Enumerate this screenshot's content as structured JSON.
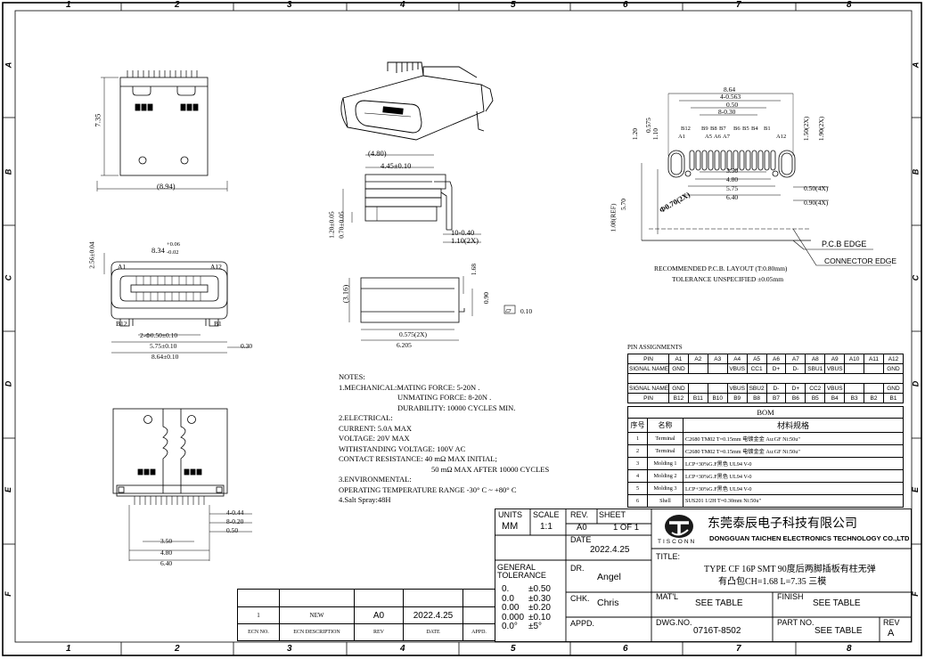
{
  "frame": {
    "columns": [
      "1",
      "2",
      "3",
      "4",
      "5",
      "6",
      "7",
      "8"
    ],
    "rows": [
      "A",
      "B",
      "C",
      "D",
      "E",
      "F"
    ]
  },
  "view_top": {
    "dim_height": "7.35",
    "dim_width": "(8.94)"
  },
  "view_iso": {},
  "view_side": {
    "dim_top": "(4.80)",
    "dim_445": "4.45±0.10",
    "dim_120": "1.20±0.05",
    "dim_070": "0.70±0.05",
    "dim_t1": "10-0.40",
    "dim_t2": "1.10(2X)"
  },
  "view_front": {
    "dim_256": "2.56±0.04",
    "dim_834": "8.34",
    "dim_834_tol_up": "+0.06",
    "dim_834_tol_dn": "-0.02",
    "label_a1": "A1",
    "label_a12": "A12",
    "label_b12": "B12",
    "label_b1": "B1",
    "dim_pins": "2-Φ0.50±0.10",
    "dim_575": "5.75±0.10",
    "dim_864": "8.64±0.10",
    "dim_030": "0.30"
  },
  "view_side2": {
    "dim_316": "(3.16)",
    "dim_168": "1.68",
    "dim_090": "0.90",
    "flat_sym": "▱",
    "flat_val": "0.10",
    "dim_0575": "0.575(2X)",
    "dim_6205": "6.205"
  },
  "view_bottom": {
    "dim_044": "4-0.44",
    "dim_020": "8-0.20",
    "dim_050": "0.50",
    "dim_350": "3.50",
    "dim_480": "4.80",
    "dim_640": "6.40"
  },
  "layout": {
    "d_864": "8.64",
    "d_4563": "4-0.563",
    "d_050": "0.50",
    "d_830": "8-0.30",
    "top_labels": [
      "B12",
      "A1",
      "B9",
      "B8",
      "A5",
      "A6",
      "A7",
      "B7",
      "B6",
      "B5",
      "B4",
      "B1",
      "A12"
    ],
    "d_120": "1.20",
    "d_0575": "0.575",
    "d_110": "1.10",
    "d_150": "1.50(2X)",
    "d_190": "1.90(2X)",
    "d_350": "3.50",
    "d_480": "4.80",
    "d_575": "5.75",
    "d_640": "6.40",
    "d_570": "5.70",
    "d_070": "Φ0.70(2X)",
    "d_108": "1.08(REF)",
    "d_050_4x": "0.50(4X)",
    "d_090_4x": "0.90(4X)",
    "pcb_edge": "P.C.B EDGE",
    "connector_edge": "CONNECTOR EDGE",
    "note1": "RECOMMENDED P.C.B. LAYOUT (T:0.80mm)",
    "note2": "TOLERANCE UNSPECIFIED ±0.05mm"
  },
  "pin_table": {
    "title": "PIN ASSIGNMENTS",
    "row_pin_a": [
      "PIN",
      "A1",
      "A2",
      "A3",
      "A4",
      "A5",
      "A6",
      "A7",
      "A8",
      "A9",
      "A10",
      "A11",
      "A12"
    ],
    "row_sig_a": [
      "SIGNAL NAME",
      "GND",
      "",
      "",
      "VBUS",
      "CC1",
      "D+",
      "D-",
      "SBU1",
      "VBUS",
      "",
      "",
      "GND"
    ],
    "row_sig_b": [
      "SIGNAL NAME",
      "GND",
      "",
      "",
      "VBUS",
      "SBU2",
      "D-",
      "D+",
      "CC2",
      "VBUS",
      "",
      "",
      "GND"
    ],
    "row_pin_b": [
      "PIN",
      "B12",
      "B11",
      "B10",
      "B9",
      "B8",
      "B7",
      "B6",
      "B5",
      "B4",
      "B3",
      "B2",
      "B1"
    ]
  },
  "bom": {
    "title": "BOM",
    "headers": [
      "序号",
      "名称",
      "材料规格"
    ],
    "rows": [
      [
        "1",
        "Terminal",
        "C2680 TM02 T=0.15mm  电镀金金 Au:GF   Ni:50u\""
      ],
      [
        "2",
        "Terminal",
        "C2680 TM02 T=0.15mm  电镀金金 Au:GF   Ni:50u\""
      ],
      [
        "3",
        "Molding 1",
        "LCP+30%G.F黑色  UL94 V-0"
      ],
      [
        "4",
        "Molding 2",
        "LCP+30%G.F黑色  UL94 V-0"
      ],
      [
        "5",
        "Molding 3",
        "LCP+30%G.F黑色  UL94 V-0"
      ],
      [
        "6",
        "Shell",
        "SUS201 1/2H T=0.30mm  Ni:50u\""
      ]
    ]
  },
  "notes": {
    "title": "NOTES:",
    "lines": [
      "1.MECHANICAL:MATING FORCE: 5-20N .",
      "UNMATING FORCE: 8-20N .",
      "DURABILITY: 10000 CYCLES MIN.",
      "2.ELECTRICAL:",
      "CURRENT: 5.0A MAX",
      "VOLTAGE: 20V MAX",
      "WITHSTANDING VOLTAGE: 100V AC",
      "CONTACT RESISTANCE: 40 mΩ  MAX INITIAL;",
      "50 mΩ  MAX AFTER 10000 CYCLES",
      "3.ENVIRONMENTAL:",
      "OPERATING TEMPERATURE RANGE -30° C ~ +80° C",
      "4.Salt Spray:48H"
    ]
  },
  "rev_table": {
    "row": [
      "1",
      "NEW",
      "A0",
      "2022.4.25",
      ""
    ],
    "headers": [
      "ECN NO.",
      "ECN DESCRIPTION",
      "REV",
      "DATE",
      "APPD."
    ]
  },
  "title_block": {
    "units_label": "UNITS",
    "units": "MM",
    "scale_label": "SCALE",
    "scale": "1:1",
    "rev_label": "REV.",
    "rev": "A0",
    "sheet_label": "SHEET",
    "sheet": "1 OF 1",
    "date_label": "DATE",
    "date": "2022.4.25",
    "company_cn": "东莞泰辰电子科技有限公司",
    "company_en": "DONGGUAN TAICHEN ELECTRONICS TECHNOLOGY CO.,LTD",
    "brand": "TISCONN",
    "title_label": "TITLE:",
    "title_line1": "TYPE CF 16P SMT 90度后两脚插板有柱无弹",
    "title_line2": "有凸包CH=1.68 L=7.35 三模",
    "gen_tol": "GENERAL TOLERANCE",
    "tol_rows": [
      [
        "0.",
        "±0.50"
      ],
      [
        "0.0",
        "±0.30"
      ],
      [
        "0.00",
        "±0.20"
      ],
      [
        "0.000",
        "±0.10"
      ],
      [
        "0.0°",
        "±5°"
      ]
    ],
    "dr_label": "DR.",
    "dr": "Angel",
    "chk_label": "CHK.",
    "chk": "Chris",
    "appd_label": "APPD.",
    "matl_label": "MAT'L",
    "matl": "SEE TABLE",
    "finish_label": "FINISH",
    "finish": "SEE TABLE",
    "dwg_label": "DWG.NO.",
    "dwg": "0716T-8502",
    "part_label": "PART NO.",
    "part": "SEE TABLE",
    "rev2_label": "REV",
    "rev2": "A"
  }
}
